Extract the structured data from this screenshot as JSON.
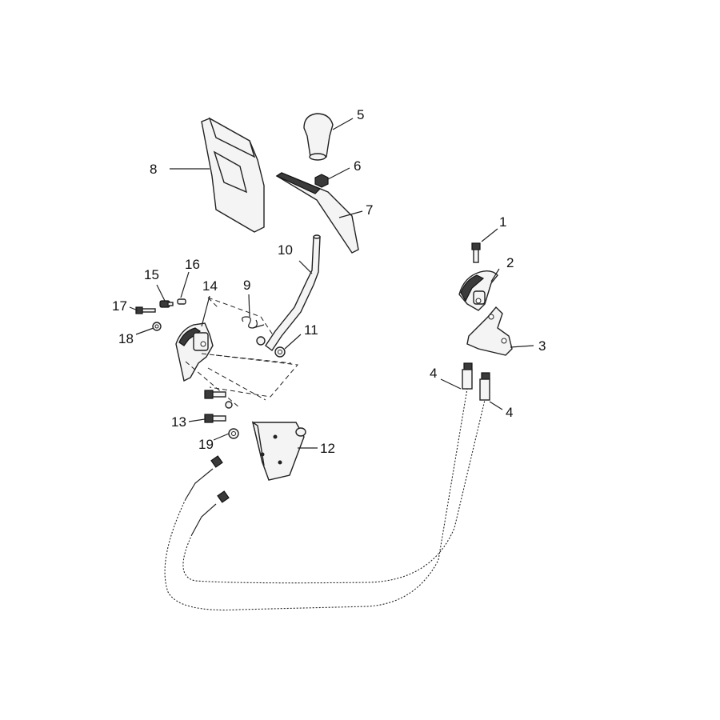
{
  "callouts": {
    "c1": "1",
    "c2": "2",
    "c3": "3",
    "c4a": "4",
    "c4b": "4",
    "c5": "5",
    "c6": "6",
    "c7": "7",
    "c8": "8",
    "c9": "9",
    "c10": "10",
    "c11": "11",
    "c12": "12",
    "c13": "13",
    "c14": "14",
    "c15": "15",
    "c16": "16",
    "c17": "17",
    "c18": "18",
    "c19": "19"
  },
  "icons": {
    "bolt": "bolt-icon",
    "nut": "nut-icon",
    "knob": "knob-icon"
  }
}
